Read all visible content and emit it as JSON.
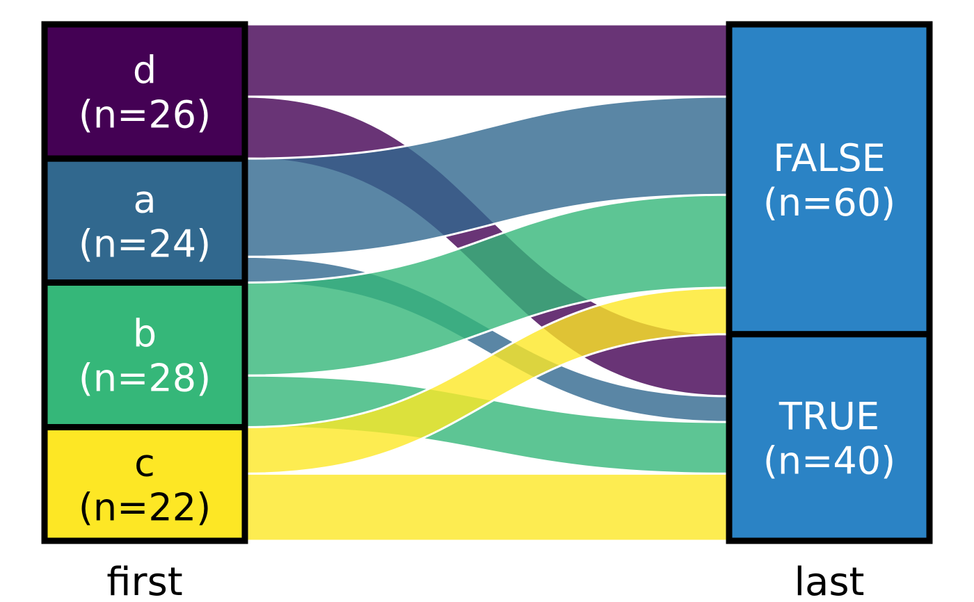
{
  "chart_data": {
    "type": "sankey",
    "title": "",
    "axis_labels": [
      "first",
      "last"
    ],
    "background": "#ffffff",
    "node_border_color": "#000000",
    "flow_opacity": 0.8,
    "flow_stroke_color": "#ffffff",
    "left_nodes": [
      {
        "id": "d",
        "label": "d",
        "sublabel": "(n=26)",
        "n": 26,
        "color": "#440154",
        "text_color": "#ffffff"
      },
      {
        "id": "a",
        "label": "a",
        "sublabel": "(n=24)",
        "n": 24,
        "color": "#31688e",
        "text_color": "#ffffff"
      },
      {
        "id": "b",
        "label": "b",
        "sublabel": "(n=28)",
        "n": 28,
        "color": "#35b779",
        "text_color": "#ffffff"
      },
      {
        "id": "c",
        "label": "c",
        "sublabel": "(n=22)",
        "n": 22,
        "color": "#fde725",
        "text_color": "#000000"
      }
    ],
    "right_nodes": [
      {
        "id": "FALSE",
        "label": "FALSE",
        "sublabel": "(n=60)",
        "n": 60,
        "color": "#2b83c5",
        "text_color": "#ffffff"
      },
      {
        "id": "TRUE",
        "label": "TRUE",
        "sublabel": "(n=40)",
        "n": 40,
        "color": "#2b83c5",
        "text_color": "#ffffff"
      }
    ],
    "flows": [
      {
        "from": "d",
        "to": "FALSE",
        "value": 14,
        "color": "#440154"
      },
      {
        "from": "d",
        "to": "TRUE",
        "value": 12,
        "color": "#440154"
      },
      {
        "from": "a",
        "to": "FALSE",
        "value": 19,
        "color": "#31688e"
      },
      {
        "from": "a",
        "to": "TRUE",
        "value": 5,
        "color": "#31688e"
      },
      {
        "from": "b",
        "to": "FALSE",
        "value": 18,
        "color": "#35b779"
      },
      {
        "from": "b",
        "to": "TRUE",
        "value": 10,
        "color": "#35b779"
      },
      {
        "from": "c",
        "to": "FALSE",
        "value": 9,
        "color": "#fde725"
      },
      {
        "from": "c",
        "to": "TRUE",
        "value": 13,
        "color": "#fde725"
      }
    ]
  }
}
